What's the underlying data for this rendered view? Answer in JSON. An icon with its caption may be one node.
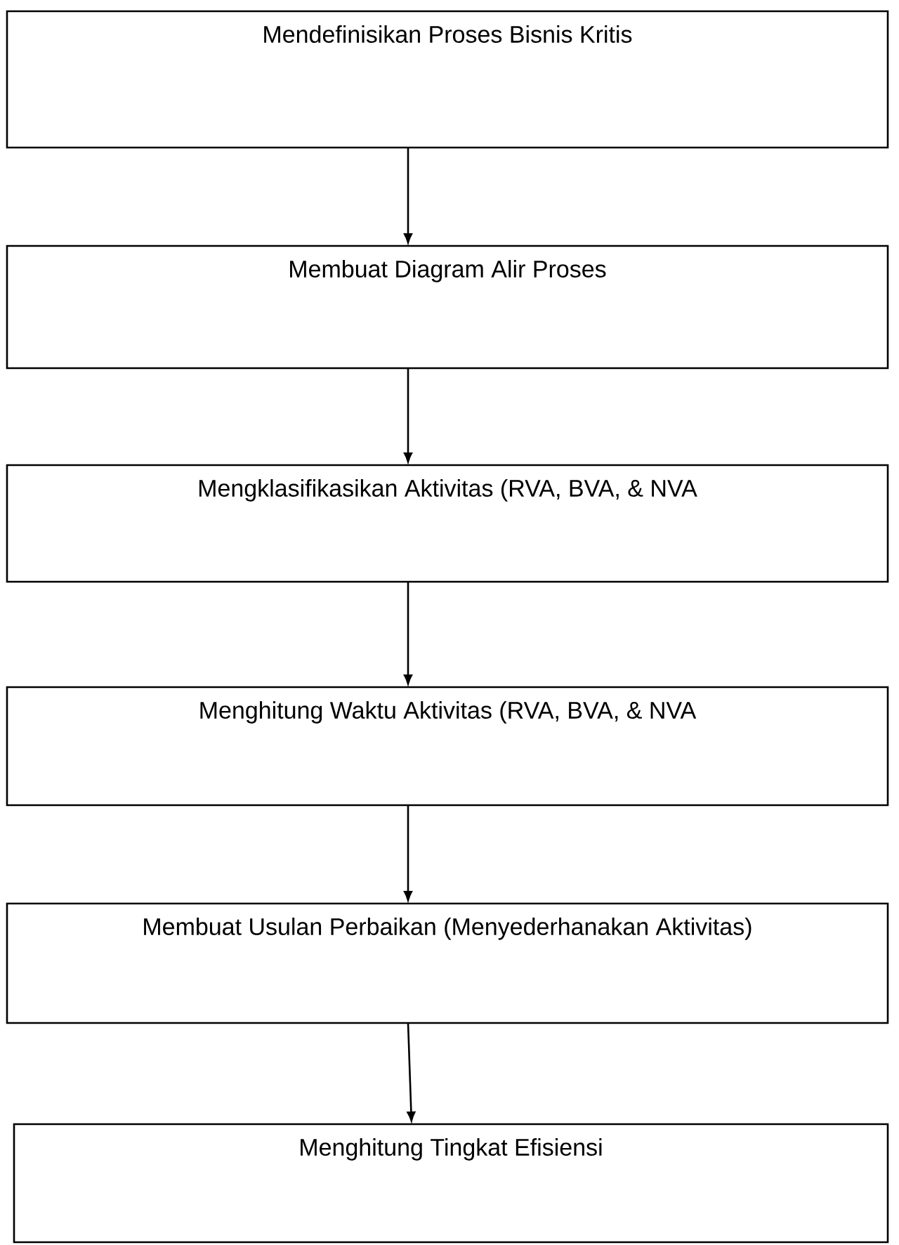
{
  "diagram": {
    "nodes": [
      {
        "text": [
          "Mendefinisikan Proses Bisnis Kritis"
        ]
      },
      {
        "text": [
          "Membuat Diagram Alir Proses"
        ]
      },
      {
        "text": [
          "Mengklasifikasikan Aktivitas (RVA, BVA, & NVA"
        ]
      },
      {
        "text": [
          "Menghitung Waktu Aktivitas (RVA, BVA, & NVA"
        ]
      },
      {
        "text": [
          "Membuat Usulan Perbaikan (Menyederhanakan Aktivitas)"
        ]
      },
      {
        "text": [
          "Menghitung Tingkat Efisiensi"
        ]
      }
    ],
    "edges": [
      {
        "from": 0,
        "to": 1,
        "arrow": "to"
      },
      {
        "from": 1,
        "to": 2,
        "arrow": "to"
      },
      {
        "from": 2,
        "to": 3,
        "arrow": "to"
      },
      {
        "from": 3,
        "to": 4,
        "arrow": "to"
      },
      {
        "from": 4,
        "to": 5,
        "arrow": "to"
      }
    ]
  }
}
